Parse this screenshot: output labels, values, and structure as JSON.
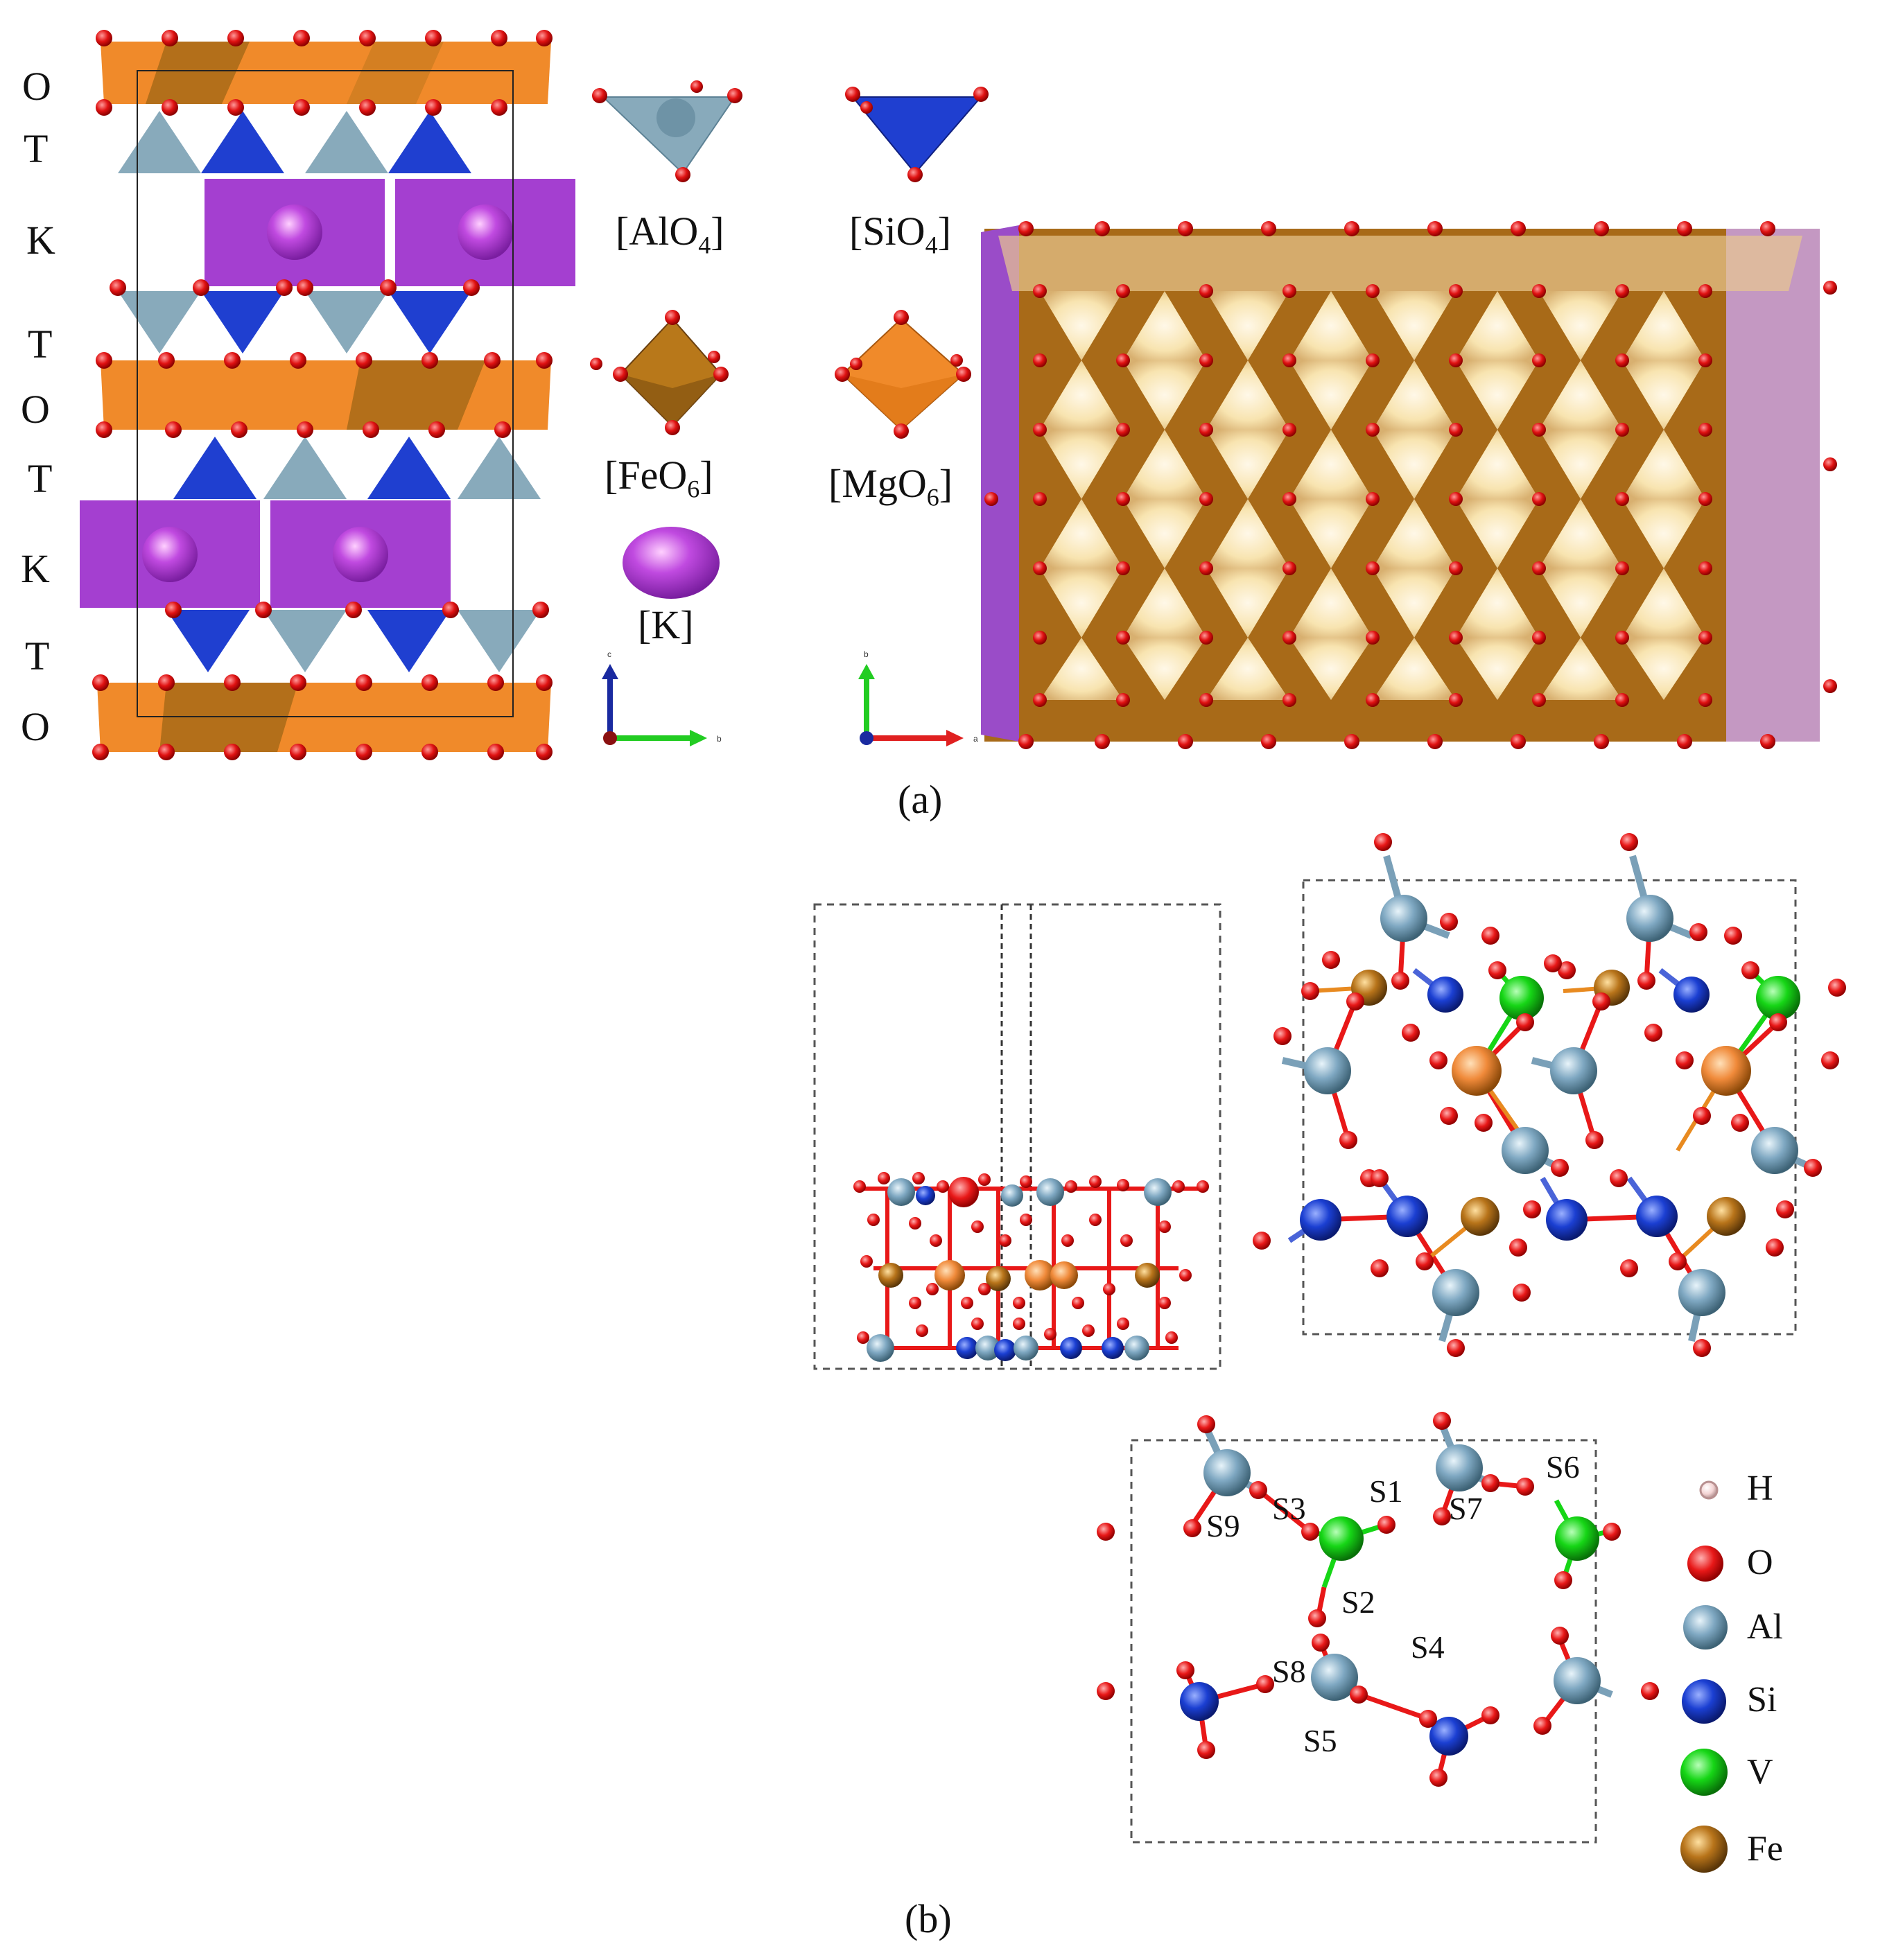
{
  "panel_a": {
    "caption": "(a)",
    "layers": [
      "O",
      "T",
      "K",
      "T",
      "O",
      "T",
      "K",
      "T",
      "O"
    ],
    "polyhedra": [
      {
        "key": "alo4",
        "base": "[AlO",
        "sub": "4",
        "end": "]",
        "color": "#7fa3b5"
      },
      {
        "key": "sio4",
        "base": "[SiO",
        "sub": "4",
        "end": "]",
        "color": "#1f3fd0"
      },
      {
        "key": "feo6",
        "base": "[FeO",
        "sub": "6",
        "end": "]",
        "color": "#b8781a"
      },
      {
        "key": "mgo6",
        "base": "[MgO",
        "sub": "6",
        "end": "]",
        "color": "#f08a2a"
      },
      {
        "key": "k",
        "base": "[K",
        "sub": "",
        "end": "]",
        "color": "#b43fd8"
      }
    ],
    "axes_side": {
      "up": "c",
      "right": "b"
    },
    "axes_top": {
      "up": "b",
      "right": "a"
    }
  },
  "panel_b": {
    "caption": "(b)",
    "sites": [
      "S1",
      "S2",
      "S3",
      "S4",
      "S5",
      "S6",
      "S7",
      "S8",
      "S9"
    ],
    "legend": [
      {
        "label": "H",
        "color": "#f4d4d4"
      },
      {
        "label": "O",
        "color": "#e81818"
      },
      {
        "label": "Al",
        "color": "#7fa8c2"
      },
      {
        "label": "Si",
        "color": "#1b3fd2"
      },
      {
        "label": "V",
        "color": "#16d616"
      },
      {
        "label": "Fe",
        "color": "#b8741a"
      }
    ]
  },
  "colors": {
    "oxygen": "#e01212",
    "octa_orange": "#f08a2a",
    "octa_brown": "#a86a18",
    "tetra_al": "#88aabb",
    "tetra_si": "#1f3fd0",
    "potassium": "#a83fd0",
    "cream": "#f4e6b8"
  }
}
